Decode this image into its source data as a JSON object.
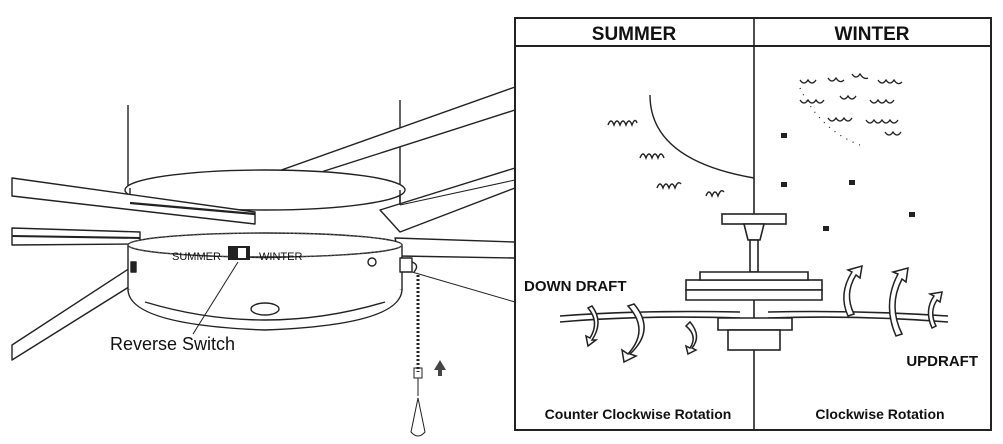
{
  "fan_illustration": {
    "switch_left_label": "SUMMER",
    "switch_right_label": "WINTER",
    "callout_label": "Reverse Switch"
  },
  "season_panel": {
    "summer": {
      "heading": "SUMMER",
      "airflow_label": "DOWN DRAFT",
      "rotation_label": "Counter Clockwise Rotation"
    },
    "winter": {
      "heading": "WINTER",
      "airflow_label": "UPDRAFT",
      "rotation_label": "Clockwise Rotation"
    }
  }
}
